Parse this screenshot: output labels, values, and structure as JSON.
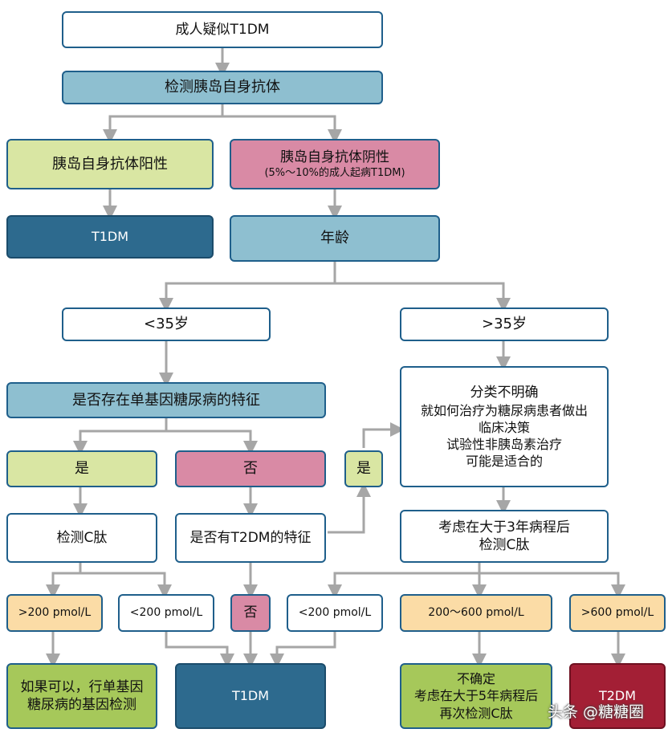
{
  "nodes": {
    "start": "成人疑似T1DM",
    "test_antibody": "检测胰岛自身抗体",
    "antibody_pos": "胰岛自身抗体阳性",
    "antibody_neg": "胰岛自身抗体阴性",
    "antibody_neg_note": "(5%～10%的成人起病T1DM)",
    "t1dm_a": "T1DM",
    "age": "年龄",
    "under35": "<35岁",
    "over35": ">35岁",
    "monogenic_q": "是否存在单基因糖尿病的特征",
    "unclear_lines": [
      "分类不明确",
      "就如何治疗为糖尿病患者做出",
      "临床决策",
      "试验性非胰岛素治疗",
      "可能是适合的"
    ],
    "yes_a": "是",
    "no_a": "否",
    "yes_b": "是",
    "test_cpeptide": "检测C肽",
    "t2dm_q": "是否有T2DM的特征",
    "after3y_lines": [
      "考虑在大于3年病程后",
      "检测C肽"
    ],
    "gt200": ">200 pmol/L",
    "lt200_a": "<200 pmol/L",
    "no_b": "否",
    "lt200_b": "<200 pmol/L",
    "range200_600": "200～600 pmol/L",
    "gt600": ">600 pmol/L",
    "gene_test_lines": [
      "如果可以，行单基因",
      "糖尿病的基因检测"
    ],
    "t1dm_b": "T1DM",
    "uncertain_lines": [
      "不确定",
      "考虑在大于5年病程后",
      "再次检测C肽"
    ],
    "t2dm": "T2DM"
  },
  "watermark": "头条 @糖糖圈",
  "colors": {
    "white": "#ffffff",
    "light_blue": "#8ebfd0",
    "dark_blue": "#2d6a8e",
    "light_green": "#d9e6a3",
    "pink": "#d98aa5",
    "peach": "#fbdca6",
    "green": "#a6c85a",
    "dark_red": "#a31f35",
    "arrow": "#a6a6a6",
    "border": "#1f5f8b"
  }
}
